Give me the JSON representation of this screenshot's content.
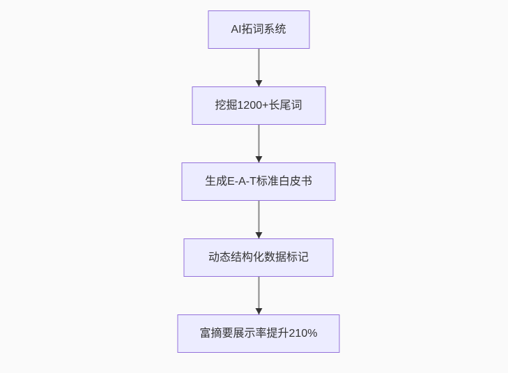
{
  "diagram": {
    "type": "flowchart",
    "direction": "top-down",
    "colors": {
      "background": "#fafafa",
      "node_fill": "#ECECFF",
      "node_border": "#9370DB",
      "node_text": "#333333",
      "edge_line": "#8a8a8a",
      "edge_arrowhead": "#333333"
    },
    "nodes": [
      {
        "id": "n1",
        "label": "AI拓词系统"
      },
      {
        "id": "n2",
        "label": "挖掘1200+长尾词"
      },
      {
        "id": "n3",
        "label": "生成E-A-T标准白皮书"
      },
      {
        "id": "n4",
        "label": "动态结构化数据标记"
      },
      {
        "id": "n5",
        "label": "富摘要展示率提升210%"
      }
    ],
    "edges": [
      {
        "from": "n1",
        "to": "n2"
      },
      {
        "from": "n2",
        "to": "n3"
      },
      {
        "from": "n3",
        "to": "n4"
      },
      {
        "from": "n4",
        "to": "n5"
      }
    ]
  }
}
